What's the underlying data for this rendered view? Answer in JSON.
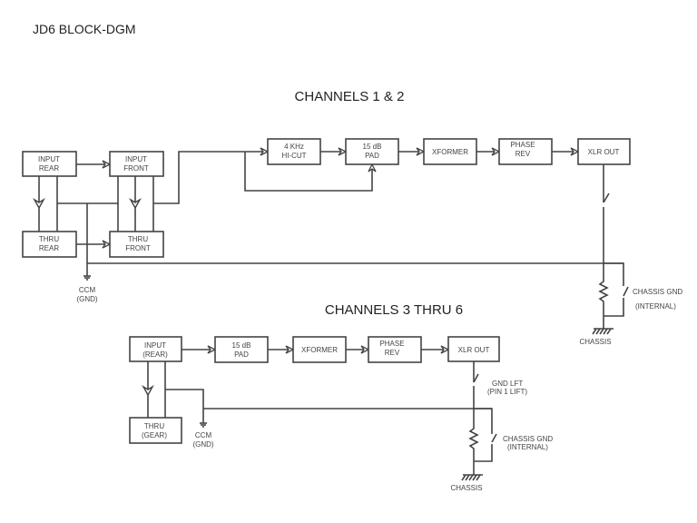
{
  "title": "JD6 BLOCK-DGM",
  "section1": {
    "heading": "CHANNELS 1 & 2",
    "blocks": {
      "input_rear": [
        "INPUT",
        "REAR"
      ],
      "input_front": [
        "INPUT",
        "FRONT"
      ],
      "thru_rear": [
        "THRU",
        "REAR"
      ],
      "thru_front": [
        "THRU",
        "FRONT"
      ],
      "hicut": [
        "4 KHz",
        "HI-CUT"
      ],
      "pad": [
        "15 dB",
        "PAD"
      ],
      "xformer": [
        "XFORMER"
      ],
      "phase": [
        "PHASE",
        "REV"
      ],
      "xlr": [
        "XLR OUT"
      ]
    },
    "ccm": [
      "CCM",
      "(GND)"
    ],
    "chassis_gnd": [
      "CHASSIS GND",
      "(INTERNAL)"
    ],
    "chassis": "CHASSIS"
  },
  "section2": {
    "heading": "CHANNELS 3 THRU 6",
    "blocks": {
      "input": [
        "INPUT",
        "(REAR)"
      ],
      "thru": [
        "THRU",
        "(GEAR)"
      ],
      "pad": [
        "15 dB",
        "PAD"
      ],
      "xformer": [
        "XFORMER"
      ],
      "phase": [
        "PHASE",
        "REV"
      ],
      "xlr": [
        "XLR OUT"
      ]
    },
    "gnd_lift": [
      "GND LFT",
      "(PIN 1 LIFT)"
    ],
    "ccm": [
      "CCM",
      "(GND)"
    ],
    "chassis_gnd": [
      "CHASSIS GND",
      "(INTERNAL)"
    ],
    "chassis": "CHASSIS"
  }
}
